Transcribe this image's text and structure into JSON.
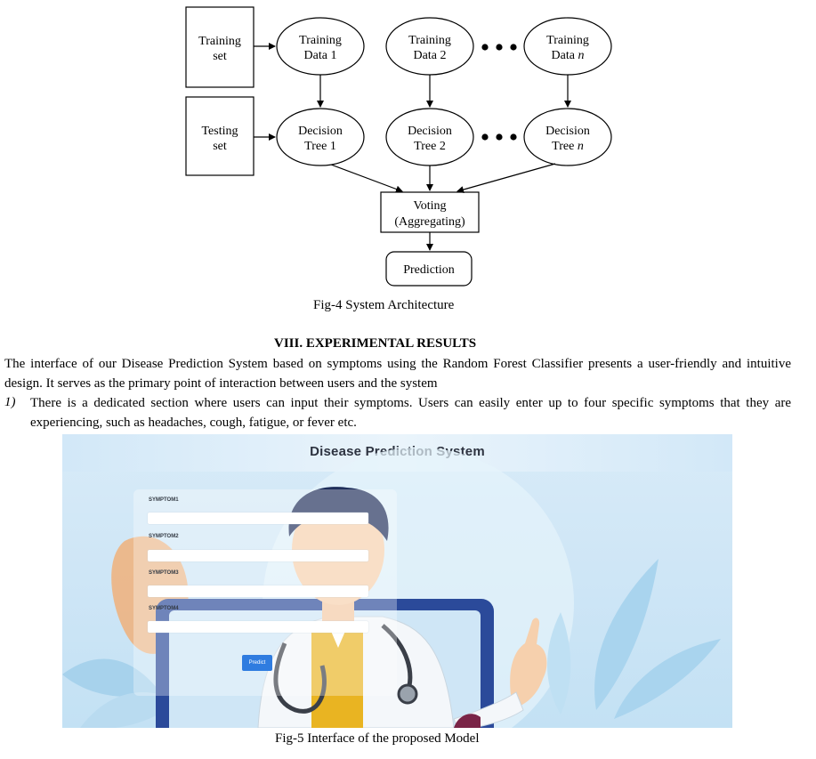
{
  "figure4": {
    "nodes": {
      "training_set": [
        "Training",
        "set"
      ],
      "testing_set": [
        "Testing",
        "set"
      ],
      "training_data_1": [
        "Training",
        "Data 1"
      ],
      "training_data_2": [
        "Training",
        "Data 2"
      ],
      "training_data_n": [
        "Training",
        "Data ",
        "n"
      ],
      "decision_tree_1": [
        "Decision",
        "Tree 1"
      ],
      "decision_tree_2": [
        "Decision",
        "Tree 2"
      ],
      "decision_tree_n": [
        "Decision",
        "Tree ",
        "n"
      ],
      "voting": [
        "Voting",
        "(Aggregating)"
      ],
      "prediction": "Prediction"
    },
    "caption": "Fig-4  System Architecture"
  },
  "section": {
    "heading": "VIII.      EXPERIMENTAL RESULTS",
    "paragraph": "The interface of our Disease Prediction System based on symptoms using the Random Forest Classifier presents a user-friendly and intuitive design. It serves as the primary point of interaction between users and the system",
    "item_number": "1)",
    "item_text": "There is a dedicated section where users can input their symptoms. Users can easily enter up to four specific symptoms that they are experiencing, such as headaches, cough, fatigue, or fever etc."
  },
  "figure5": {
    "app_title": "Disease Prediction System",
    "symptom_labels": [
      "SYMPTOM1",
      "SYMPTOM2",
      "SYMPTOM3",
      "SYMPTOM4"
    ],
    "predict_label": "Predict",
    "caption": "Fig-5  Interface of the proposed Model"
  }
}
